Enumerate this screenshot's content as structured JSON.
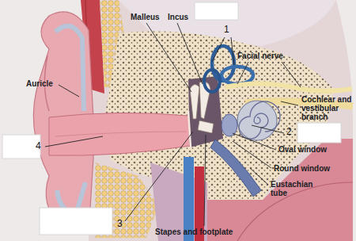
{
  "diagram": {
    "labels": [
      "Malleus",
      "Incus",
      "1",
      "Facial nerve",
      "Cochlear and vestibular branch",
      "Auricle",
      "2",
      "Oval window",
      "Round window",
      "Eustachian tube",
      "4",
      "3",
      "Stapes and footplate"
    ]
  }
}
